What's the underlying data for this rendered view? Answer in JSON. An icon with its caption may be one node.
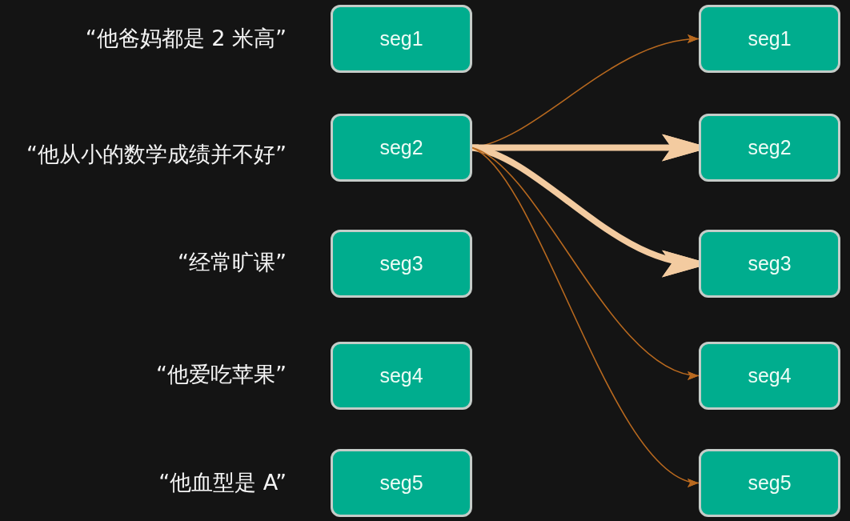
{
  "diagram": {
    "nodes": [
      {
        "text": [
          "seg1"
        ],
        "beside": [
          "“他爸妈都是 2 米高”"
        ]
      },
      {
        "text": [
          "seg2"
        ],
        "beside": [
          "“他从小的数学成绩并不好”"
        ]
      },
      {
        "text": [
          "seg3"
        ],
        "beside": [
          "“经常旷课”"
        ]
      },
      {
        "text": [
          "seg4"
        ],
        "beside": [
          "“他爱吃苹果”"
        ]
      },
      {
        "text": [
          "seg5"
        ],
        "beside": [
          "“他血型是 A”"
        ]
      },
      {
        "text": [
          "seg1"
        ]
      },
      {
        "text": [
          "seg2"
        ]
      },
      {
        "text": [
          "seg3"
        ]
      },
      {
        "text": [
          "seg4"
        ]
      },
      {
        "text": [
          "seg5"
        ]
      }
    ],
    "edges": [
      {
        "from": 1,
        "to": 5,
        "arrow": "to"
      },
      {
        "from": 1,
        "to": 6,
        "arrow": "to",
        "style": "thick",
        "color": "#f3cba0"
      },
      {
        "from": 1,
        "to": 7,
        "arrow": "to",
        "style": "thick",
        "color": "#f3cba0"
      },
      {
        "from": 1,
        "to": 8,
        "arrow": "to"
      },
      {
        "from": 1,
        "to": 9,
        "arrow": "to"
      }
    ]
  }
}
